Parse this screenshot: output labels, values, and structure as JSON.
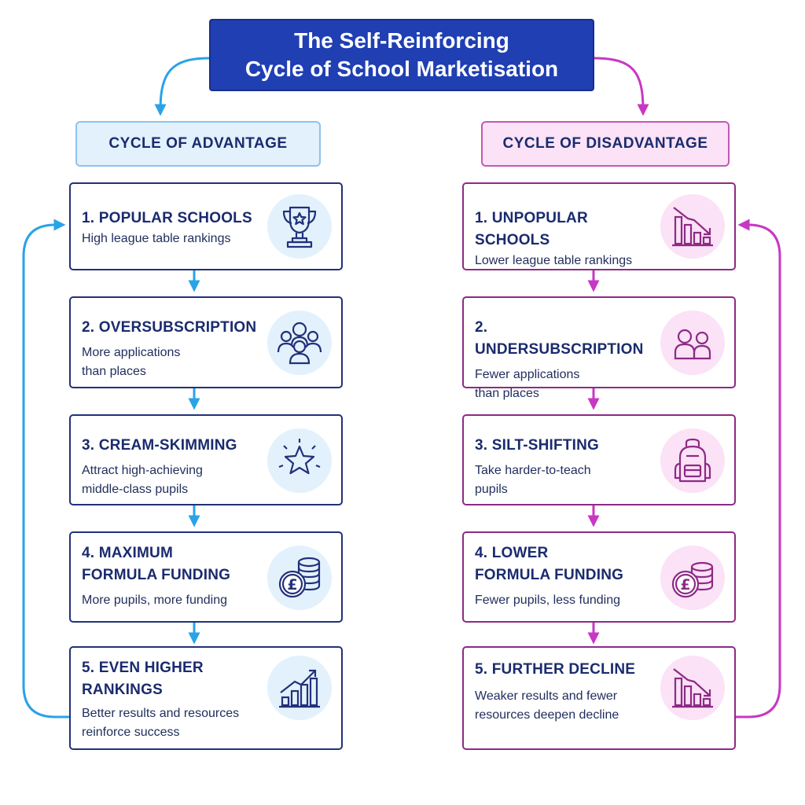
{
  "title": {
    "line1": "The Self-Reinforcing",
    "line2": "Cycle of School Marketisation"
  },
  "colors": {
    "title_bg": "#1f3fb3",
    "advantage_accent": "#29a3e8",
    "disadvantage_accent": "#c837c4",
    "advantage_ink": "#22317a",
    "disadvantage_ink": "#8d2a86"
  },
  "advantage": {
    "header": "CYCLE OF ADVANTAGE",
    "cards": [
      {
        "title_lines": [
          "1. POPULAR SCHOOLS"
        ],
        "desc_lines": [
          "High league table rankings"
        ],
        "icon": "trophy-icon"
      },
      {
        "title_lines": [
          "2. OVERSUBSCRIPTION"
        ],
        "desc_lines": [
          "More applications",
          "than places"
        ],
        "icon": "crowd-icon"
      },
      {
        "title_lines": [
          "3. CREAM-SKIMMING"
        ],
        "desc_lines": [
          "Attract high-achieving",
          "middle-class pupils"
        ],
        "icon": "star-icon"
      },
      {
        "title_lines": [
          "4. MAXIMUM",
          "FORMULA FUNDING"
        ],
        "desc_lines": [
          "More pupils, more funding"
        ],
        "icon": "pound-coins-icon"
      },
      {
        "title_lines": [
          "5. EVEN HIGHER",
          "RANKINGS"
        ],
        "desc_lines": [
          "Better results and resources",
          "reinforce success"
        ],
        "icon": "rising-chart-icon"
      }
    ]
  },
  "disadvantage": {
    "header": "CYCLE OF DISADVANTAGE",
    "cards": [
      {
        "title_lines": [
          "1. UNPOPULAR SCHOOLS"
        ],
        "desc_lines": [
          "Lower league table rankings"
        ],
        "icon": "declining-chart-icon"
      },
      {
        "title_lines": [
          "2. UNDERSUBSCRIPTION"
        ],
        "desc_lines": [
          "Fewer applications",
          "than places"
        ],
        "icon": "two-people-icon"
      },
      {
        "title_lines": [
          "3. SILT-SHIFTING"
        ],
        "desc_lines": [
          "Take harder-to-teach",
          "pupils"
        ],
        "icon": "backpack-icon"
      },
      {
        "title_lines": [
          "4. LOWER",
          "FORMULA FUNDING"
        ],
        "desc_lines": [
          "Fewer pupils, less funding"
        ],
        "icon": "pound-coins-icon"
      },
      {
        "title_lines": [
          "5. FURTHER DECLINE"
        ],
        "desc_lines": [
          "Weaker results and fewer",
          "resources deepen decline"
        ],
        "icon": "declining-chart-icon"
      }
    ]
  }
}
